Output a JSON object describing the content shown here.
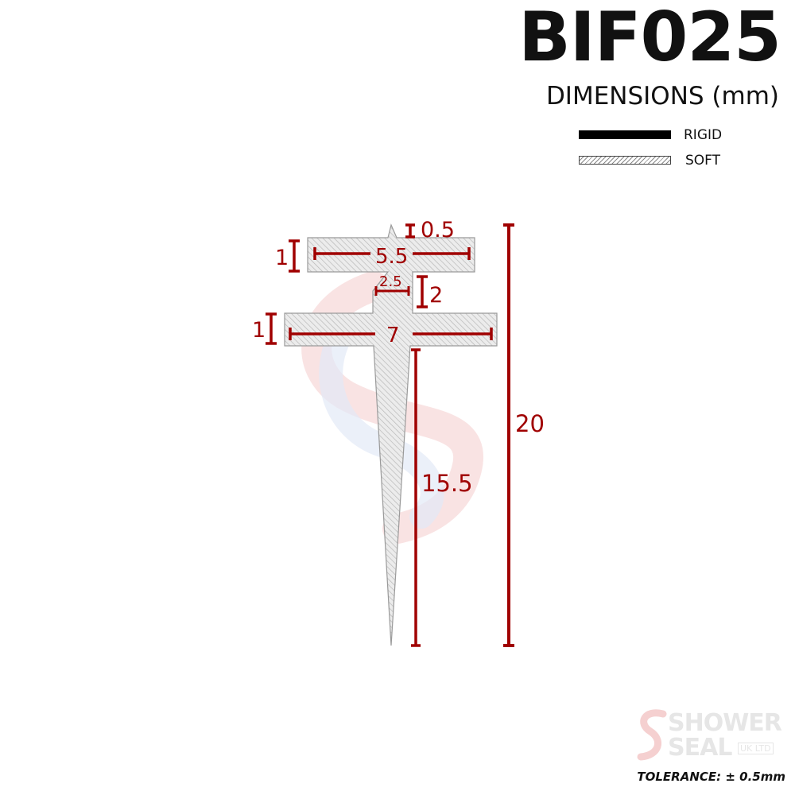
{
  "header": {
    "title": "BIF025",
    "subtitle": "DIMENSIONS (mm)"
  },
  "legend": {
    "rigid_label": "RIGID",
    "soft_label": "SOFT"
  },
  "dimensions": {
    "tip": "0.5",
    "top_flange_thickness": "1",
    "top_flange_width": "5.5",
    "neck_width": "2.5",
    "neck_height": "2",
    "lower_flange_thickness": "1",
    "lower_flange_width": "7",
    "blade_length": "15.5",
    "total_height": "20"
  },
  "footer": {
    "tolerance": "TOLERANCE: ± 0.5mm"
  },
  "watermark": {
    "line1": "SHOWER",
    "line2": "SEAL",
    "line3": "UK LTD"
  },
  "colors": {
    "dimension": "#a00000",
    "profile_fill": "#e6e6e6",
    "profile_hatch": "#b0b0b0"
  }
}
